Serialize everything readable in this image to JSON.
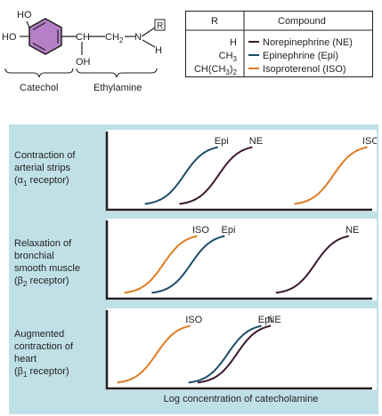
{
  "structure": {
    "ho_top": "HO",
    "ho_left": "HO",
    "ch": "CH",
    "ch2": "CH",
    "ch2_sub": "2",
    "n": "N",
    "r_box": "R",
    "h": "H",
    "oh": "OH",
    "catechol": "Catechol",
    "ethylamine": "Ethylamine",
    "ring_color": "#b580c7"
  },
  "table": {
    "header_r": "R",
    "header_compound": "Compound",
    "rows": [
      {
        "r": "H",
        "r_sub": "",
        "compound": "Norepinephrine (NE)",
        "color": "#3a1930"
      },
      {
        "r": "CH",
        "r_sub": "3",
        "compound": "Epinephrine (Epi)",
        "color": "#1d4e6a"
      },
      {
        "r": "CH(CH",
        "r_sub": "3",
        "r_tail": ")",
        "r_tail_sub": "2",
        "compound": "Isoproterenol (ISO)",
        "color": "#e07b22"
      }
    ]
  },
  "panel": {
    "background": "#bfe0e6",
    "x_axis_label": "Log concentration of catecholamine",
    "rows": [
      {
        "lines": [
          "Contraction of",
          "arterial strips"
        ],
        "greek": "α",
        "sub": "1",
        "tail": " receptor)",
        "curves": [
          {
            "name": "Epi",
            "color": "#1d4e6a",
            "ec50": 0.15
          },
          {
            "name": "NE",
            "color": "#3a1930",
            "ec50": 0.3
          },
          {
            "name": "ISO",
            "color": "#e07b22",
            "ec50": 0.8
          }
        ]
      },
      {
        "lines": [
          "Relaxation of",
          "bronchial",
          "smooth muscle"
        ],
        "greek": "β",
        "sub": "2",
        "tail": " receptor)",
        "curves": [
          {
            "name": "ISO",
            "color": "#e07b22",
            "ec50": 0.06
          },
          {
            "name": "Epi",
            "color": "#1d4e6a",
            "ec50": 0.18
          },
          {
            "name": "NE",
            "color": "#3a1930",
            "ec50": 0.72
          }
        ]
      },
      {
        "lines": [
          "Augmented",
          "contraction of",
          "heart"
        ],
        "greek": "β",
        "sub": "1",
        "tail": " receptor)",
        "curves": [
          {
            "name": "ISO",
            "color": "#e07b22",
            "ec50": 0.03
          },
          {
            "name": "Epi",
            "color": "#1d4e6a",
            "ec50": 0.34
          },
          {
            "name": "NE",
            "color": "#3a1930",
            "ec50": 0.38
          }
        ]
      }
    ]
  }
}
